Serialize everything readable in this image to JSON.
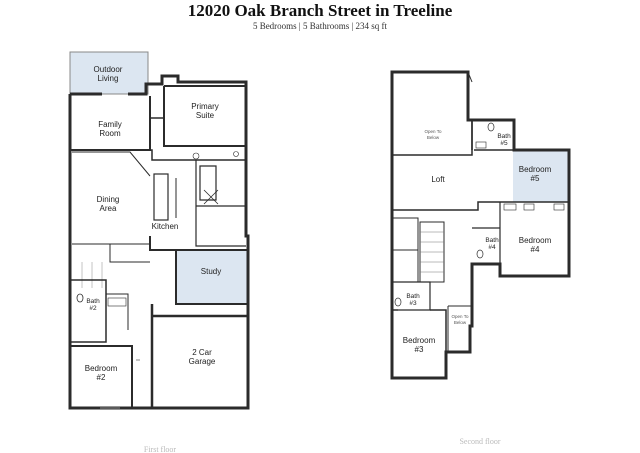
{
  "header": {
    "title": "12020 Oak Branch Street in Treeline",
    "subtitle": "5 Bedrooms | 5 Bathrooms | 234 sq ft"
  },
  "first_floor": {
    "label": "First floor",
    "rooms": {
      "outdoor_living": [
        "Outdoor",
        "Living"
      ],
      "primary_suite": [
        "Primary",
        "Suite"
      ],
      "family_room": [
        "Family",
        "Room"
      ],
      "dining_area": [
        "Dining",
        "Area"
      ],
      "kitchen": "Kitchen",
      "study": "Study",
      "bath2": [
        "Bath",
        "#2"
      ],
      "bedroom2": [
        "Bedroom",
        "#2"
      ],
      "garage": [
        "2 Car",
        "Garage"
      ]
    }
  },
  "second_floor": {
    "label": "Second floor",
    "rooms": {
      "open_to_below": [
        "Open To",
        "Below"
      ],
      "bath5": [
        "Bath",
        "#5"
      ],
      "loft": "Loft",
      "bedroom5": [
        "Bedroom",
        "#5"
      ],
      "bath4": [
        "Bath",
        "#4"
      ],
      "bedroom4": [
        "Bedroom",
        "#4"
      ],
      "bath3": [
        "Bath",
        "#3"
      ],
      "open_to_below_2": [
        "Open To",
        "Below"
      ],
      "bedroom3": [
        "Bedroom",
        "#3"
      ]
    }
  },
  "colors": {
    "wall": "#2b2b2b",
    "highlight": "#dce6f1",
    "text": "#222222"
  }
}
